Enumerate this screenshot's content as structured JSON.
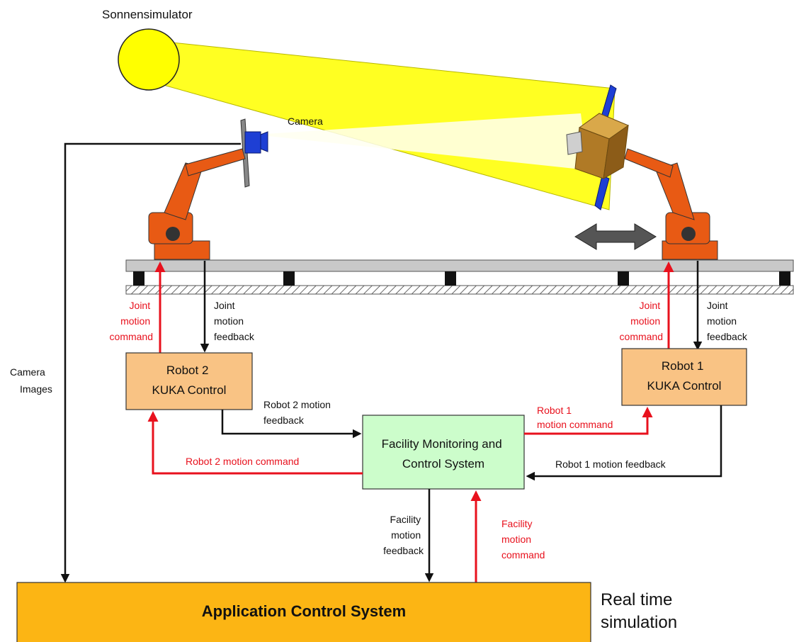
{
  "title": "Sonnensimulator",
  "camera_label": "Camera",
  "camera_images_label": [
    "Camera",
    "Images"
  ],
  "robot2": {
    "box_lines": [
      "Robot 2",
      "KUKA Control"
    ],
    "joint_cmd": [
      "Joint",
      "motion",
      "command"
    ],
    "joint_fb": [
      "Joint",
      "motion",
      "feedback"
    ],
    "motion_fb": [
      "Robot 2 motion",
      "feedback"
    ],
    "motion_cmd": "Robot 2 motion command"
  },
  "robot1": {
    "box_lines": [
      "Robot 1",
      "KUKA Control"
    ],
    "joint_cmd": [
      "Joint",
      "motion",
      "command"
    ],
    "joint_fb": [
      "Joint",
      "motion",
      "feedback"
    ],
    "motion_cmd": [
      "Robot 1",
      "motion command"
    ],
    "motion_fb": "Robot 1 motion feedback"
  },
  "facility": {
    "box_lines": [
      "Facility Monitoring and",
      "Control System"
    ],
    "motion_fb": [
      "Facility",
      "motion",
      "feedback"
    ],
    "motion_cmd": [
      "Facility",
      "motion",
      "command"
    ]
  },
  "app_control": "Application Control System",
  "real_time": [
    "Real time",
    "simulation"
  ],
  "colors": {
    "command": "#e8111d",
    "feedback": "#111111",
    "sun": "#ffff00",
    "light_beam": "#ffff22",
    "robot_box": "#f9c384",
    "facility_box": "#ccfdcb",
    "app_box": "#fcb514",
    "robot": "#e85a14",
    "rail": "#c9c9c9"
  }
}
